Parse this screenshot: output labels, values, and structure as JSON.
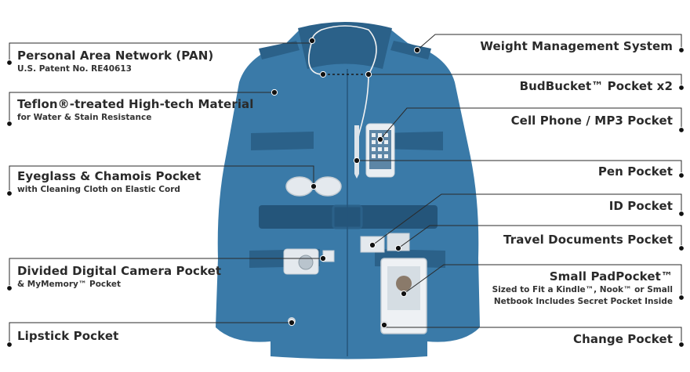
{
  "callouts_left": [
    {
      "key": "pan",
      "title": "Personal Area Network (PAN)",
      "subtitle": "U.S. Patent No. RE40613"
    },
    {
      "key": "teflon",
      "title": "Teflon®-treated High-tech Material",
      "subtitle": "for Water & Stain Resistance"
    },
    {
      "key": "eyeglass",
      "title": "Eyeglass & Chamois Pocket",
      "subtitle": "with Cleaning Cloth on Elastic Cord"
    },
    {
      "key": "camera",
      "title": "Divided Digital Camera Pocket",
      "subtitle": "& MyMemory™ Pocket"
    },
    {
      "key": "lipstick",
      "title": "Lipstick Pocket",
      "subtitle": ""
    }
  ],
  "callouts_right": [
    {
      "key": "weight",
      "title": "Weight Management System",
      "subtitle": ""
    },
    {
      "key": "budbucket",
      "title": "BudBucket™ Pocket x2",
      "subtitle": ""
    },
    {
      "key": "cellphone",
      "title": "Cell Phone / MP3 Pocket",
      "subtitle": ""
    },
    {
      "key": "pen",
      "title": "Pen Pocket",
      "subtitle": ""
    },
    {
      "key": "id",
      "title": "ID Pocket",
      "subtitle": ""
    },
    {
      "key": "travel",
      "title": "Travel Documents Pocket",
      "subtitle": ""
    },
    {
      "key": "pad",
      "title": "Small PadPocket™",
      "subtitle": "Sized to Fit a Kindle™, Nook™ or Small",
      "subtitle2": "Netbook Includes Secret Pocket Inside"
    },
    {
      "key": "change",
      "title": "Change Pocket",
      "subtitle": ""
    }
  ],
  "colors": {
    "jacket": "#3a7aa8",
    "jacket_dark": "#2b6189",
    "jacket_shadow": "#24557a",
    "line": "#2a2a2a"
  }
}
